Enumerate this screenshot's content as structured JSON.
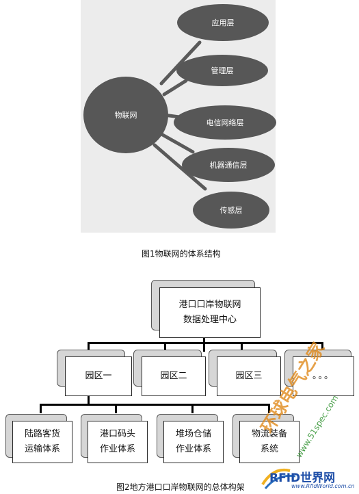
{
  "figure1": {
    "center_label": "物联网",
    "layers": [
      "应用层",
      "管理层",
      "电信网络层",
      "机器通信层",
      "传感层"
    ],
    "caption": "图1物联网的体系结构"
  },
  "figure2": {
    "root": {
      "line1": "港口口岸物联网",
      "line2": "数据处理中心"
    },
    "parks": [
      "园区一",
      "园区二",
      "园区三",
      "。。。"
    ],
    "systems": [
      {
        "line1": "陆路客货",
        "line2": "运输体系"
      },
      {
        "line1": "港口码头",
        "line2": "作业体系"
      },
      {
        "line1": "堆场仓储",
        "line2": "作业体系"
      },
      {
        "line1": "物流装备",
        "line2": "系统"
      }
    ],
    "caption": "图2地方港口口岸物联网的总体构架"
  },
  "watermark": {
    "cn_text": "环球电气之家",
    "url_text": "www.51spec.com",
    "logo_text": "RFID世界网",
    "logo_url": "www.RfidWorld.com.cn"
  }
}
